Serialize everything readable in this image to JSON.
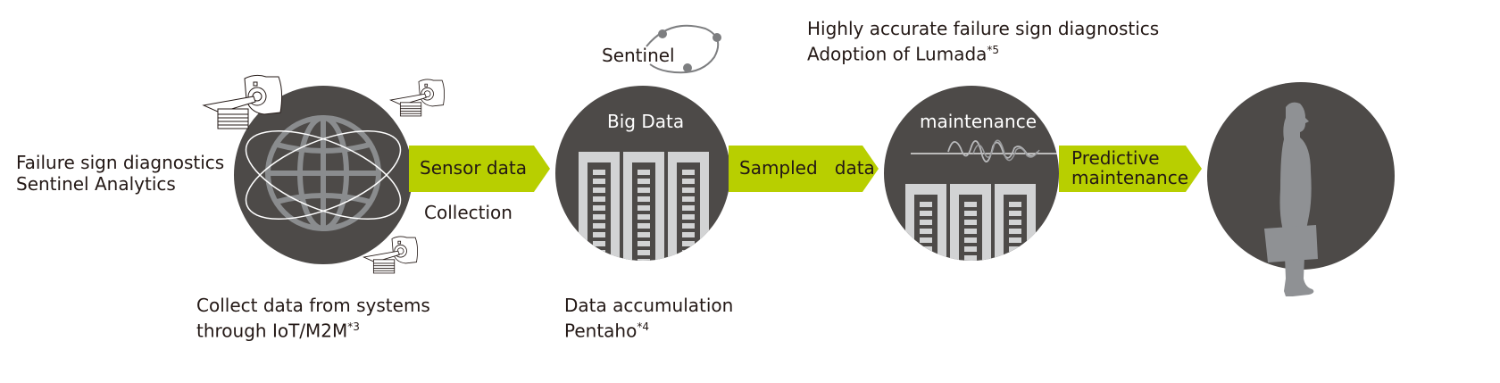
{
  "colors": {
    "circle": "#4d4a48",
    "arrow": "#b8cf00",
    "icon_gray": "#8a8c8e",
    "rack": "#d2d3d4",
    "text": "#231815"
  },
  "left_label": {
    "line1": "Failure sign diagnostics",
    "line2": "Sentinel Analytics"
  },
  "stage1": {
    "icon": "globe-network-icon",
    "devices_icon": "mri-scanner-icon",
    "caption_line1": "Collect data from systems",
    "caption_line2": "through IoT/M2M",
    "caption_note": "*3"
  },
  "arrow1": {
    "label": "Sensor data",
    "sublabel": "Collection"
  },
  "sentinel_logo": {
    "text": "Sentinel"
  },
  "stage2": {
    "title": "Big Data",
    "icon": "server-rack-icon",
    "caption_line1": "Data accumulation",
    "caption_line2": "Pentaho",
    "caption_note": "*4"
  },
  "arrow2": {
    "label": "Sampled   data"
  },
  "top_right_label": {
    "line1": "Highly accurate failure sign diagnostics",
    "line2": "Adoption of Lumada",
    "note": "*5"
  },
  "stage3": {
    "title": "maintenance",
    "icon": "waveform-icon"
  },
  "arrow3": {
    "line1": "Predictive",
    "line2": "maintenance"
  },
  "stage4": {
    "icon": "person-silhouette-icon"
  }
}
